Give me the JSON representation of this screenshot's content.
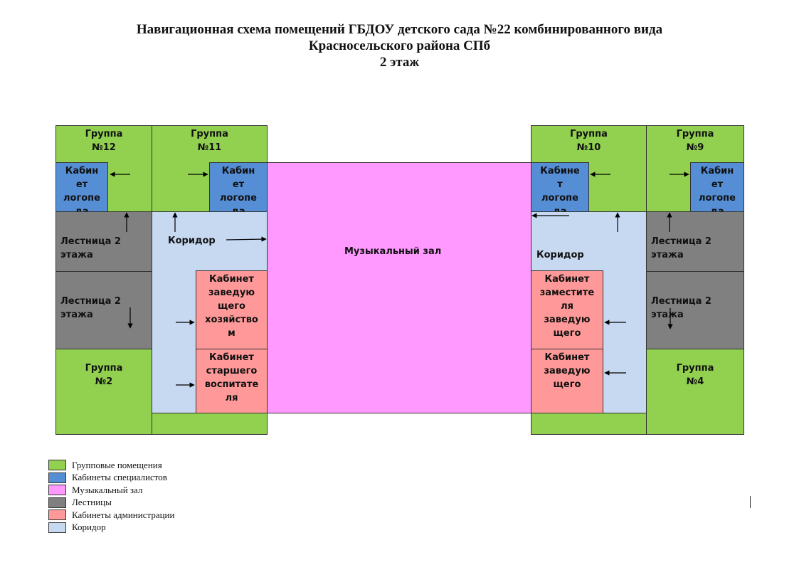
{
  "title": {
    "line1": "Навигационная схема помещений ГБДОУ детского сада №22 комбинированного вида",
    "line2": "Красносельского района СПб",
    "line3": "2 этаж"
  },
  "rooms": {
    "group12": "Группа\n№12",
    "group11": "Группа\n№11",
    "group10": "Группа\n№10",
    "group9": "Группа\n№9",
    "group2": "Группа\n№2",
    "group4": "Группа\n№4",
    "speech_left1": "Кабин\nет\nлогопе\nда",
    "speech_left2": "Кабин\nет\nлогопе\nда",
    "speech_right1": "Кабине\nт\nлогопе\nда",
    "speech_right2": "Кабин\nет\nлогопе\nда",
    "stairs_l1": "Лестница 2\nэтажа",
    "stairs_l2": "Лестница 2\nэтажа",
    "stairs_r1": "Лестница 2\nэтажа",
    "stairs_r2": "Лестница 2\nэтажа",
    "music_hall": "Музыкальный зал",
    "corridor_left": "Коридор",
    "corridor_right": "Коридор",
    "head_household": "Кабинет\nзаведую\nщего\nхозяйство\nм",
    "senior_teacher": "Кабинет\nстаршего\nвоспитате\nля",
    "deputy_head": "Кабинет\nзаместите\nля\nзаведую\nщего",
    "head": "Кабинет\nзаведую\nщего"
  },
  "legend": [
    {
      "label": "Групповые помещения",
      "color": "#92d050"
    },
    {
      "label": "Кабинеты специалистов",
      "color": "#558ed5"
    },
    {
      "label": "Музыкальный зал",
      "color": "#ff99ff"
    },
    {
      "label": "Лестницы",
      "color": "#808080"
    },
    {
      "label": "Кабинеты администрации",
      "color": "#ff9999"
    },
    {
      "label": "Коридор",
      "color": "#c6d9f1"
    }
  ]
}
